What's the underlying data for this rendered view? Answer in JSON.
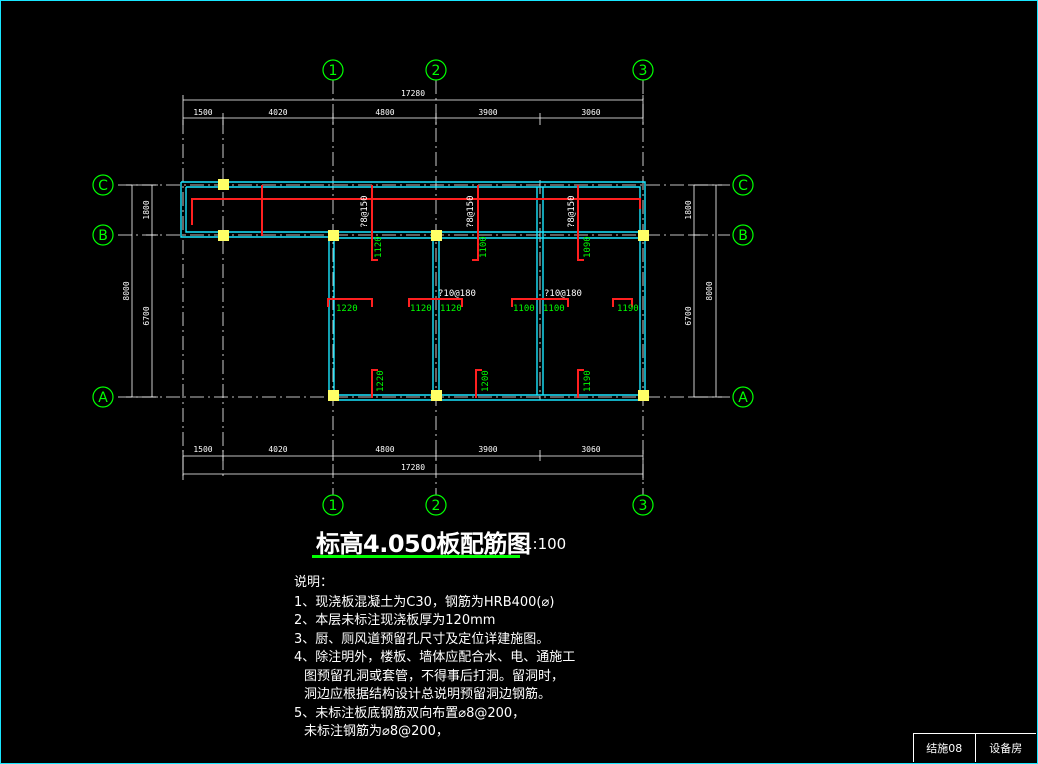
{
  "drawing": {
    "title": "标高4.050板配筋图",
    "scale": "1:100",
    "axes_h": [
      "1",
      "2",
      "3"
    ],
    "axes_v": [
      "C",
      "B",
      "A"
    ],
    "dims_top_total": "17280",
    "dims_top": [
      "1500",
      "4020",
      "4800",
      "3900",
      "3060"
    ],
    "dims_bottom_total": "17280",
    "dims_bottom": [
      "1500",
      "4020",
      "4800",
      "3900",
      "3060"
    ],
    "dims_left": [
      "1800",
      "6700"
    ],
    "dims_left_total": "8000",
    "dims_right": [
      "1800",
      "6700"
    ],
    "dims_right_total": "8000",
    "rebar_top": [
      "?8@150",
      "?8@150",
      "?8@150"
    ],
    "rebar_top_len": [
      "1120",
      "1100",
      "1090"
    ],
    "rebar_mid": [
      "?10@180",
      "?10@180"
    ],
    "rebar_mid_len": [
      "1220",
      "1120",
      "1120",
      "1100",
      "1100",
      "1190"
    ],
    "rebar_bot_len": [
      "1220",
      "1200",
      "1190"
    ]
  },
  "notes": {
    "heading": "说明：",
    "lines": [
      "1、现浇板混凝土为C30，钢筋为HRB400(⌀)",
      "2、本层未标注现浇板厚为120mm",
      "3、厨、厕风道预留孔尺寸及定位详建施图。",
      "4、除注明外，楼板、墙体应配合水、电、通施工",
      "图预留孔洞或套管，不得事后打洞。留洞时，",
      "洞边应根据结构设计总说明预留洞边钢筋。",
      "5、未标注板底钢筋双向布置⌀8@200，",
      "未标注钢筋为⌀8@200，"
    ]
  },
  "titleblock": {
    "sheet": "结施08",
    "name": "设备房"
  },
  "colors": {
    "axis_green": "#00ff00",
    "dim_white": "#ffffff",
    "wall_cyan": "#19e6ff",
    "rebar_red": "#ff2020",
    "column_yellow": "#ffff66"
  }
}
